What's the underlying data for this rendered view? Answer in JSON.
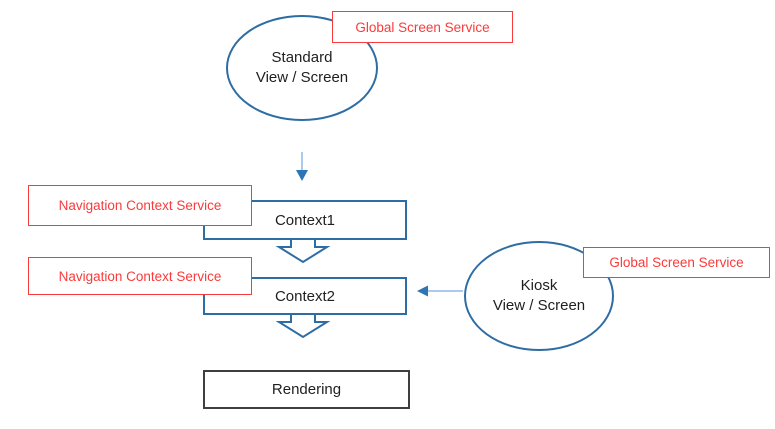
{
  "diagram": {
    "nodes": {
      "standard_screen": {
        "line1": "Standard",
        "line2": "View / Screen"
      },
      "kiosk_screen": {
        "line1": "Kiosk",
        "line2": "View / Screen"
      },
      "context1": {
        "label": "Context1"
      },
      "context2": {
        "label": "Context2"
      },
      "rendering": {
        "label": "Rendering"
      }
    },
    "annotations": {
      "global_screen_service_top": "Global Screen Service",
      "global_screen_service_right": "Global Screen Service",
      "navigation_context_service_upper": "Navigation Context Service",
      "navigation_context_service_lower": "Navigation Context Service"
    },
    "colors": {
      "shape_blue": "#2e6da4",
      "arrow_blue": "#2e75b6",
      "arrow_light_blue": "#8fb9e8",
      "annotation_red": "#f93b3b",
      "rendering_border": "#3f3f3f",
      "text_black": "#1f1f1f",
      "background": "#ffffff"
    }
  }
}
